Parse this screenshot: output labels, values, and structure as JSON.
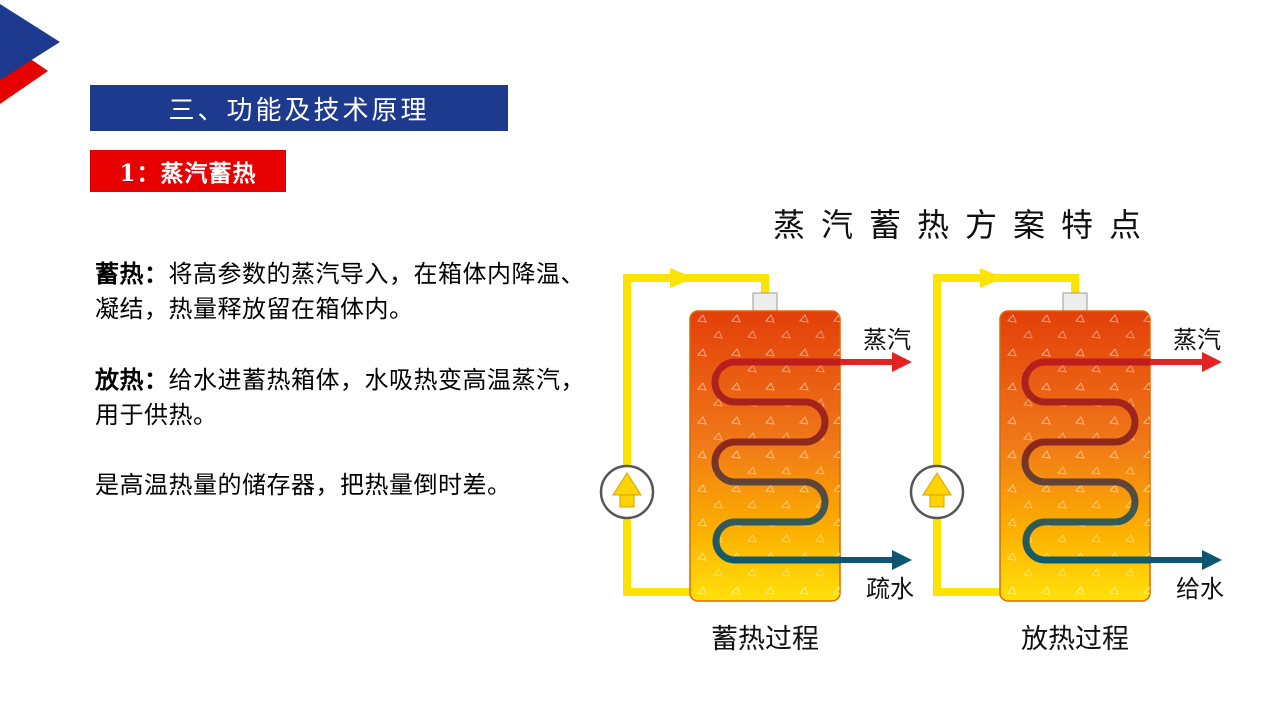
{
  "colors": {
    "banner_blue": "#1e3a8f",
    "badge_red": "#e60000",
    "pipe_yellow": "#fce303",
    "steam_red": "#e32222",
    "drain_teal": "#0d5570",
    "tank_top": "#e33f0a",
    "tank_bottom": "#ffe10a"
  },
  "header": {
    "title": "三、功能及技术原理"
  },
  "badge": {
    "label": "1：蒸汽蓄热"
  },
  "paragraphs": [
    {
      "lead": "蓄热：",
      "text": "将高参数的蒸汽导入，在箱体内降温、凝结，热量释放留在箱体内。"
    },
    {
      "lead": "放热：",
      "text": "给水进蓄热箱体，水吸热变高温蒸汽，用于供热。"
    },
    {
      "lead": "",
      "text": "是高温热量的储存器，把热量倒时差。"
    }
  ],
  "diagram": {
    "title": "蒸汽蓄热方案特点",
    "left": {
      "steam_label": "蒸汽",
      "drain_label": "疏水",
      "caption": "蓄热过程"
    },
    "right": {
      "steam_label": "蒸汽",
      "drain_label": "给水",
      "caption": "放热过程"
    }
  }
}
